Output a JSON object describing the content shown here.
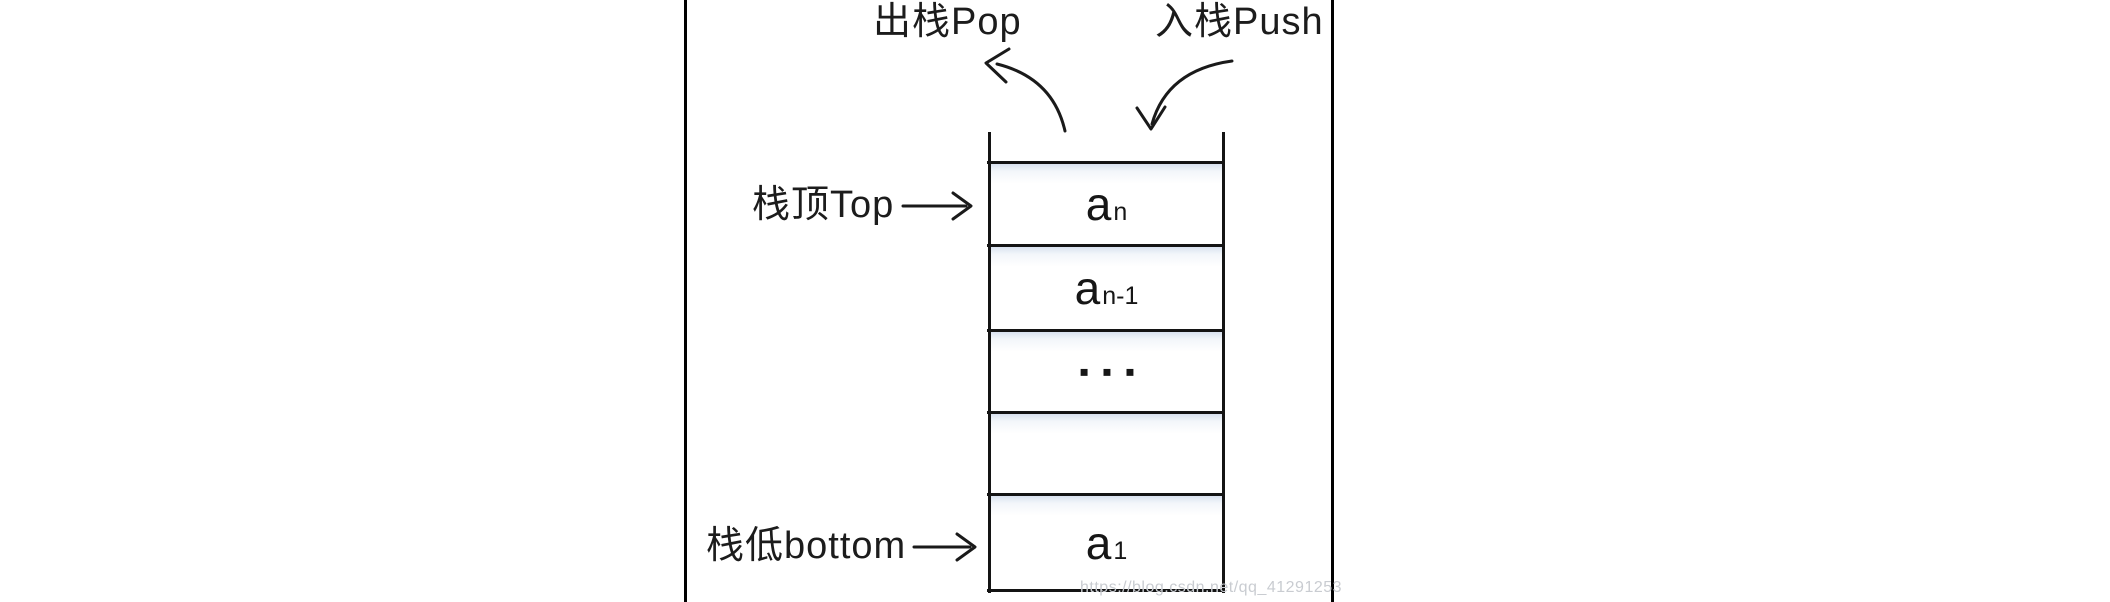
{
  "diagram": {
    "title_semantic": "stack push pop diagram",
    "labels": {
      "pop": "出栈Pop",
      "push": "入栈Push",
      "top": "栈顶Top",
      "bottom": "栈低bottom"
    },
    "stack": {
      "cells": [
        {
          "base": "a",
          "sub": "n"
        },
        {
          "base": "a",
          "sub": "n-1"
        },
        {
          "base": "▪▪▪",
          "sub": ""
        },
        {
          "base": "",
          "sub": ""
        },
        {
          "base": "a",
          "sub": "1"
        }
      ]
    },
    "colors": {
      "line": "#141414",
      "text": "#1c1c1c",
      "cell_gradient_top": "#d9e2ef",
      "watermark": "#c9ccd1",
      "background": "#ffffff"
    },
    "watermark": "https://blog.csdn.net/qq_41291253"
  }
}
